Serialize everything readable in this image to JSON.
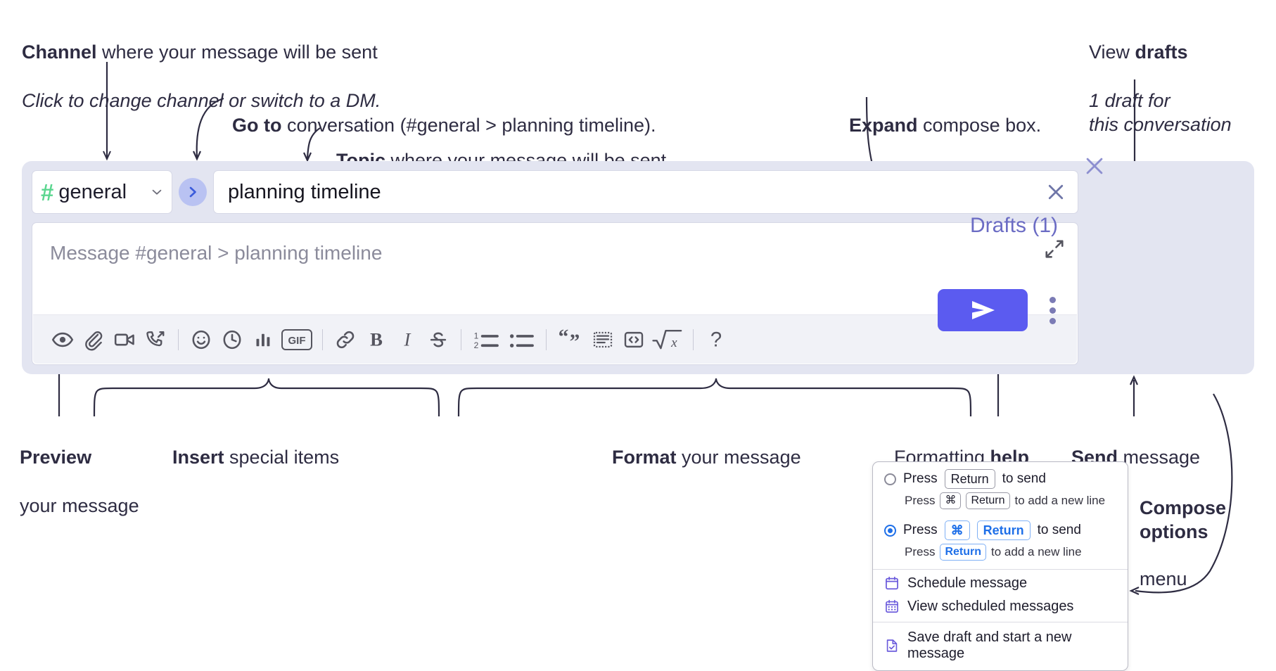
{
  "annotations": {
    "channel": {
      "bold": "Channel",
      "rest": " where your message will be sent",
      "italic": "Click to change channel or switch to a DM."
    },
    "goto": {
      "bold": "Go to",
      "rest": " conversation (#general > planning timeline)."
    },
    "topic": {
      "bold": "Topic",
      "rest": " where your message will be sent"
    },
    "expand": {
      "bold": "Expand",
      "rest": " compose box."
    },
    "drafts": {
      "prefix": "View ",
      "bold": "drafts",
      "italic": "1 draft for\nthis conversation"
    },
    "preview": {
      "bold": "Preview",
      "rest": "your message"
    },
    "insert": {
      "bold": "Insert",
      "rest": " special items"
    },
    "format": {
      "bold": "Format",
      "rest": " your message"
    },
    "help": {
      "prefix": "Formatting ",
      "bold": "help"
    },
    "send": {
      "bold": "Send",
      "rest": " message"
    },
    "compose_options": {
      "bold": "Compose\noptions",
      "rest": "menu"
    }
  },
  "compose": {
    "channel_name": "general",
    "hash_symbol": "#",
    "topic_value": "planning timeline",
    "message_placeholder": "Message #general > planning timeline",
    "drafts_label": "Drafts (1)",
    "toolbar_icons": [
      {
        "name": "preview-eye-icon",
        "label": "Preview"
      },
      {
        "name": "paperclip-icon",
        "label": "Attach file"
      },
      {
        "name": "video-camera-icon",
        "label": "Video clip"
      },
      {
        "name": "phone-forward-icon",
        "label": "Audio clip"
      },
      {
        "name": "emoji-smiley-icon",
        "label": "Emoji"
      },
      {
        "name": "clock-icon",
        "label": "Reminder"
      },
      {
        "name": "bar-chart-icon",
        "label": "Poll"
      },
      {
        "name": "gif-icon",
        "label": "GIF"
      },
      {
        "name": "link-icon",
        "label": "Link"
      },
      {
        "name": "bold-icon",
        "label": "Bold"
      },
      {
        "name": "italic-icon",
        "label": "Italic"
      },
      {
        "name": "strikethrough-icon",
        "label": "Strikethrough"
      },
      {
        "name": "ordered-list-icon",
        "label": "Ordered list"
      },
      {
        "name": "bulleted-list-icon",
        "label": "Bulleted list"
      },
      {
        "name": "blockquote-icon",
        "label": "Blockquote"
      },
      {
        "name": "code-block-icon",
        "label": "Code block"
      },
      {
        "name": "inline-code-icon",
        "label": "Code"
      },
      {
        "name": "math-sqrt-icon",
        "label": "Math"
      },
      {
        "name": "help-question-icon",
        "label": "Formatting help"
      }
    ],
    "gif_label": "GIF"
  },
  "menu": {
    "option1": {
      "pre": "Press",
      "key": "Return",
      "post": "to send",
      "sub_pre": "Press",
      "sub_key1": "⌘",
      "sub_key2": "Return",
      "sub_post": "to add a new line",
      "selected": false
    },
    "option2": {
      "pre": "Press",
      "key1": "⌘",
      "key2": "Return",
      "post": "to send",
      "sub_pre": "Press",
      "sub_key": "Return",
      "sub_post": "to add a new line",
      "selected": true
    },
    "items": [
      {
        "label": "Schedule message",
        "icon": "calendar-icon"
      },
      {
        "label": "View scheduled messages",
        "icon": "calendar-grid-icon"
      },
      {
        "label": "Save draft and start a new message",
        "icon": "document-check-icon"
      }
    ]
  },
  "colors": {
    "compose_bg": "#e3e5f1",
    "send_button": "#5b5bf0",
    "hash_green": "#5bd68f",
    "goto_circle": "#b9c2f2",
    "drafts_text": "#6b6cc4",
    "menu_icon": "#6b5bdc",
    "radio_blue": "#1e6fe8"
  }
}
